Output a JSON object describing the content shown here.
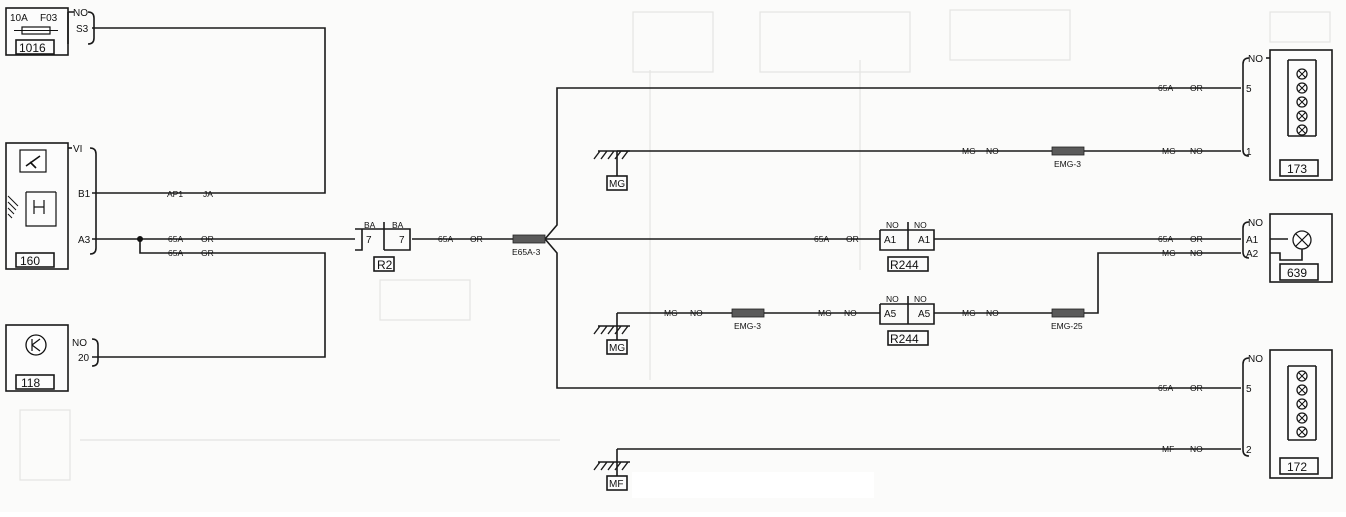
{
  "components": {
    "fuse_box": {
      "id": "1016",
      "rating": "10A",
      "fuse": "F03",
      "conn": "NO",
      "pin": "S3"
    },
    "switch_160": {
      "id": "160",
      "conn": "VI",
      "pin_b1": "B1",
      "pin_a3": "A3"
    },
    "sensor_118": {
      "id": "118",
      "conn": "NO",
      "pin": "20"
    },
    "conn_r2": {
      "id": "R2",
      "left_color": "BA",
      "right_color": "BA",
      "left_pin": "7",
      "right_pin": "7"
    },
    "conn_r244_top": {
      "id": "R244",
      "left_color": "NO",
      "right_color": "NO",
      "left_pin": "A1",
      "right_pin": "A1"
    },
    "conn_r244_bot": {
      "id": "R244",
      "left_color": "NO",
      "right_color": "NO",
      "left_pin": "A5",
      "right_pin": "A5"
    },
    "lamp_173": {
      "id": "173",
      "conn": "NO",
      "pin_top": "5",
      "pin_bot": "1"
    },
    "lamp_639": {
      "id": "639",
      "conn": "NO",
      "pin_a1": "A1",
      "pin_a2": "A2"
    },
    "lamp_172": {
      "id": "172",
      "conn": "NO",
      "pin_top": "5",
      "pin_bot": "2"
    }
  },
  "grounds": {
    "mg_top": "MG",
    "mg_mid": "MG",
    "mf_bot": "MF"
  },
  "splices": {
    "e65a3": "E65A-3",
    "emg3_top": "EMG-3",
    "emg3_mid": "EMG-3",
    "emg25": "EMG-25"
  },
  "wires": {
    "ap1": "AP1",
    "ja": "JA",
    "w65a": "65A",
    "or": "OR",
    "gr": "GR",
    "mg": "MG",
    "mf": "MF",
    "no": "NO"
  }
}
